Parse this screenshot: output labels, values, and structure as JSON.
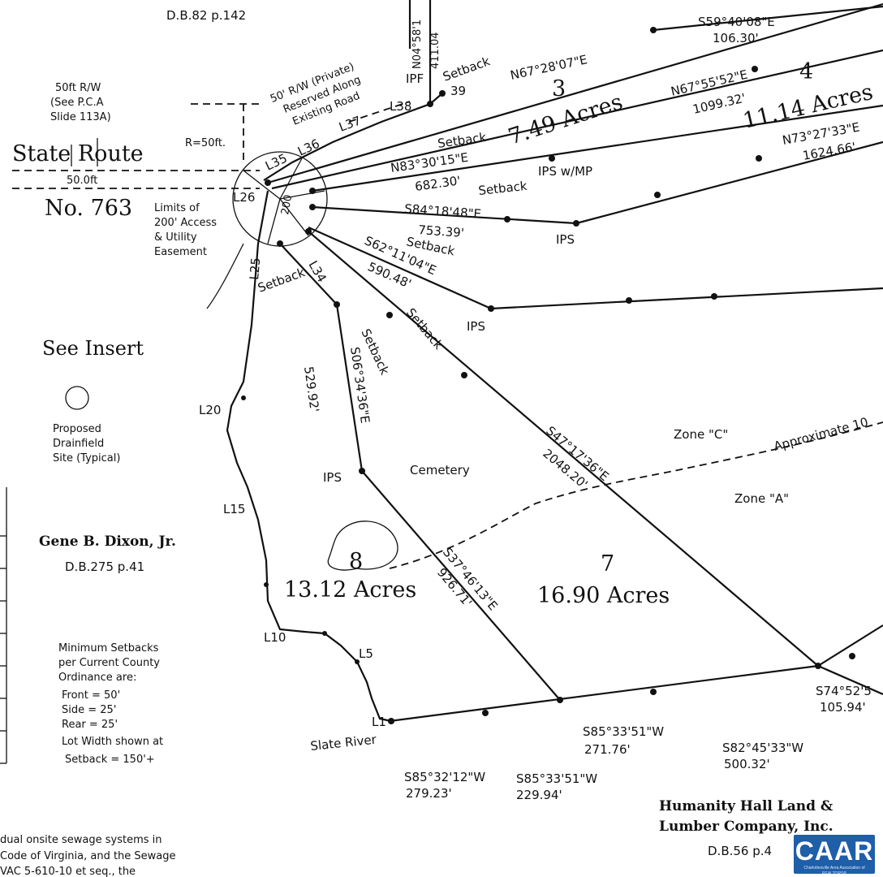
{
  "deed_refs": {
    "top": "D.B.82 p.142",
    "dixon": "D.B.275 p.41",
    "humanity": "D.B.56 p.4"
  },
  "owners": {
    "dixon": "Gene B. Dixon, Jr.",
    "humanity_line1": "Humanity Hall Land &",
    "humanity_line2": "Lumber Company, Inc."
  },
  "road": {
    "state_route": "State Route",
    "route_no": "No. 763",
    "radius": "R=50ft.",
    "width": "50.0ft",
    "row_line1": "50ft R/W",
    "row_line2": "(See P.C.A",
    "row_line3": "Slide 113A)",
    "private_row_line1": "50' R/W (Private)",
    "private_row_line2": "Reserved Along",
    "private_row_line3": "Existing Road"
  },
  "easement": {
    "line1": "Limits of",
    "line2": "200' Access",
    "line3": "& Utility",
    "line4": "Easement",
    "radius_label": "200"
  },
  "see_insert": "See Insert",
  "drainfield": {
    "line1": "Proposed",
    "line2": "Drainfield",
    "line3": "Site (Typical)"
  },
  "lots": [
    {
      "number": "3",
      "acres": "7.49 Acres"
    },
    {
      "number": "4",
      "acres": "11.14 Acres"
    },
    {
      "number": "7",
      "acres": "16.90 Acres"
    },
    {
      "number": "8",
      "acres": "13.12 Acres"
    }
  ],
  "bearings": {
    "b1": "N67°28'07\"E",
    "b2": "N67°55'52\"E",
    "b2d": "1099.32'",
    "b3": "N73°27'33\"E",
    "b3d": "1624.66'",
    "b4": "N83°30'15\"E",
    "b4d": "682.30'",
    "b5": "S84°18'48\"E",
    "b5d": "753.39'",
    "b6": "S62°11'04\"E",
    "b6d": "590.48'",
    "b7": "S59°40'08\"E",
    "b7d": "106.30'",
    "b8": "S06°34'36\"E",
    "b8d": "529.92'",
    "b9": "S47°17'36\"E",
    "b9d": "2048.20'",
    "b10": "S37°46'13\"E",
    "b10d": "926.71'",
    "b11": "S85°33'51\"W",
    "b11d": "271.76'",
    "b12": "S82°45'33\"W",
    "b12d": "500.32'",
    "b13": "S85°32'12\"W",
    "b13d": "279.23'",
    "b14": "S85°33'51\"W",
    "b14d": "229.94'",
    "b15": "S74°52'5",
    "b15d": "105.94'",
    "b16": "N04°58'1",
    "b16d": "411.04"
  },
  "line_labels": [
    "L38",
    "L37",
    "L36",
    "L35",
    "L26",
    "L25",
    "L20",
    "L15",
    "L10",
    "L5",
    "L1"
  ],
  "labels": {
    "setback": "Setback",
    "setback_39": "39",
    "ipf": "IPF",
    "ips": "IPS",
    "ips_mp": "IPS w/MP",
    "cemetery": "Cemetery",
    "zone_c": "Zone \"C\"",
    "zone_a": "Zone \"A\"",
    "approx": "Approximate 10",
    "slate_river": "Slate River",
    "l34": "L34"
  },
  "setbacks_note": {
    "line1": "Minimum Setbacks",
    "line2": "per Current County",
    "line3": "Ordinance are:",
    "line4": "Front = 50'",
    "line5": "Side = 25'",
    "line6": "Rear = 25'",
    "line7": "Lot Width shown at",
    "line8": "Setback = 150'+"
  },
  "footer_note": {
    "line1": "dual onsite sewage systems in",
    "line2": "Code of Virginia, and the Sewage",
    "line3": "VAC 5-610-10 et seq., the"
  },
  "logo": {
    "text": "CAAR",
    "subtext": "Charlottesville Area Association of REALTORS®"
  }
}
